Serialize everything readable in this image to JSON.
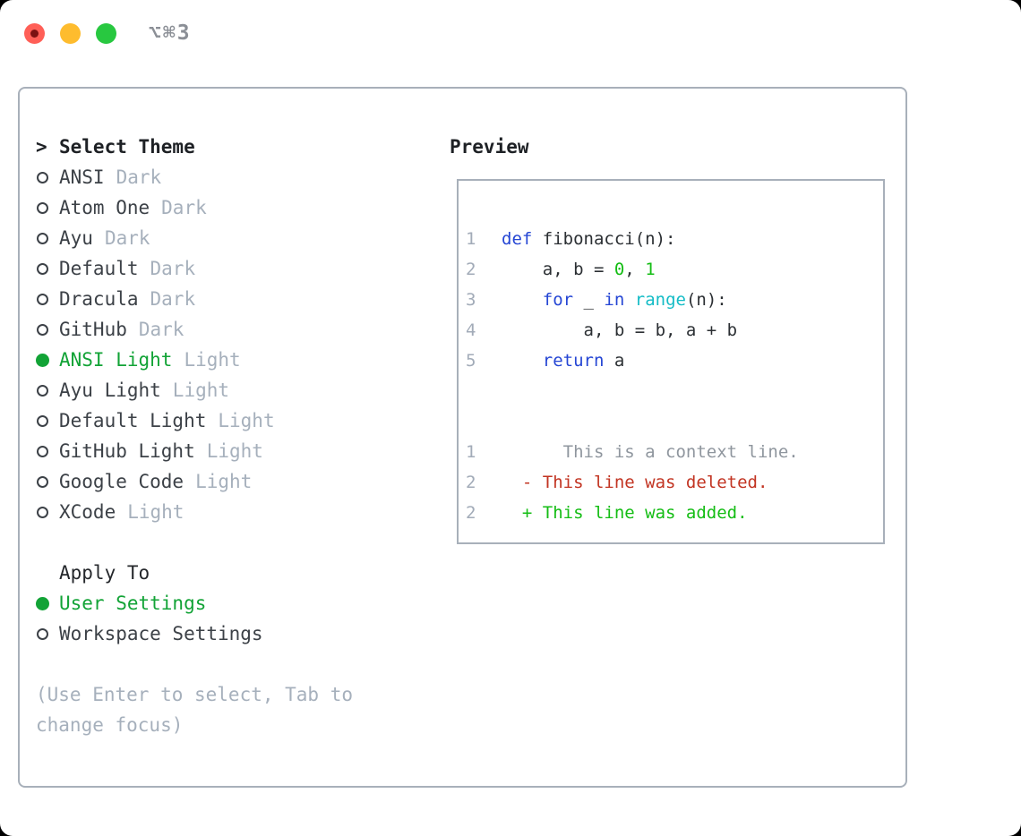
{
  "titlebar": {
    "shortcut": "⌥⌘3"
  },
  "theme_panel": {
    "header": {
      "prompt": ">",
      "label": "Select Theme"
    },
    "themes": [
      {
        "name": "ANSI",
        "tag": "Dark",
        "selected": false
      },
      {
        "name": "Atom One",
        "tag": "Dark",
        "selected": false
      },
      {
        "name": "Ayu",
        "tag": "Dark",
        "selected": false
      },
      {
        "name": "Default",
        "tag": "Dark",
        "selected": false
      },
      {
        "name": "Dracula",
        "tag": "Dark",
        "selected": false
      },
      {
        "name": "GitHub",
        "tag": "Dark",
        "selected": false
      },
      {
        "name": "ANSI Light",
        "tag": "Light",
        "selected": true
      },
      {
        "name": "Ayu Light",
        "tag": "Light",
        "selected": false
      },
      {
        "name": "Default Light",
        "tag": "Light",
        "selected": false
      },
      {
        "name": "GitHub Light",
        "tag": "Light",
        "selected": false
      },
      {
        "name": "Google Code",
        "tag": "Light",
        "selected": false
      },
      {
        "name": "XCode",
        "tag": "Light",
        "selected": false
      }
    ],
    "apply_to": {
      "header": "Apply To",
      "options": [
        {
          "label": "User Settings",
          "selected": true
        },
        {
          "label": "Workspace Settings",
          "selected": false
        }
      ]
    },
    "help": "(Use Enter to select, Tab to change focus)"
  },
  "preview_panel": {
    "header": "Preview",
    "code_lines": [
      {
        "num": "1",
        "tokens": [
          [
            "keyword",
            "def"
          ],
          [
            "plain",
            " fibonacci(n):"
          ]
        ]
      },
      {
        "num": "2",
        "tokens": [
          [
            "plain",
            "    a, b = "
          ],
          [
            "number",
            "0"
          ],
          [
            "plain",
            ", "
          ],
          [
            "number",
            "1"
          ]
        ]
      },
      {
        "num": "3",
        "tokens": [
          [
            "plain",
            "    "
          ],
          [
            "keyword",
            "for"
          ],
          [
            "plain",
            " _ "
          ],
          [
            "keyword",
            "in"
          ],
          [
            "plain",
            " "
          ],
          [
            "function",
            "range"
          ],
          [
            "plain",
            "(n):"
          ]
        ]
      },
      {
        "num": "4",
        "tokens": [
          [
            "plain",
            "        a, b = b, a + b"
          ]
        ]
      },
      {
        "num": "5",
        "tokens": [
          [
            "plain",
            "    "
          ],
          [
            "keyword",
            "return"
          ],
          [
            "plain",
            " a"
          ]
        ]
      }
    ],
    "diff_lines": [
      {
        "num": "1",
        "tokens": [
          [
            "context",
            "      This is a context line."
          ]
        ]
      },
      {
        "num": "2",
        "tokens": [
          [
            "deleted",
            "  - This line was deleted."
          ]
        ]
      },
      {
        "num": "2",
        "tokens": [
          [
            "added",
            "  + This line was added."
          ]
        ]
      }
    ]
  },
  "icons": {
    "close": "close-icon",
    "minimize": "minimize-icon",
    "zoom": "zoom-icon",
    "radio_unselected": "radio-circle-icon",
    "radio_selected": "radio-filled-icon",
    "focus_prompt": "chevron-prompt-icon"
  },
  "colors": {
    "selection_green": "#12a336",
    "added_green": "#14bd14",
    "deleted_red": "#c23422",
    "keyword_blue": "#2546d4",
    "function_cyan": "#14bcc6",
    "number_green": "#14bd14",
    "context_gray": "#8f969e",
    "muted_gray": "#a6b0bc",
    "gutter_gray": "#a2abb8",
    "text_dark": "#3c4147",
    "heading_dark": "#1e2125",
    "border_gray": "#a8b0ba",
    "traffic_red": "#ff5f57",
    "traffic_yellow": "#febc2e",
    "traffic_green": "#28c840"
  }
}
